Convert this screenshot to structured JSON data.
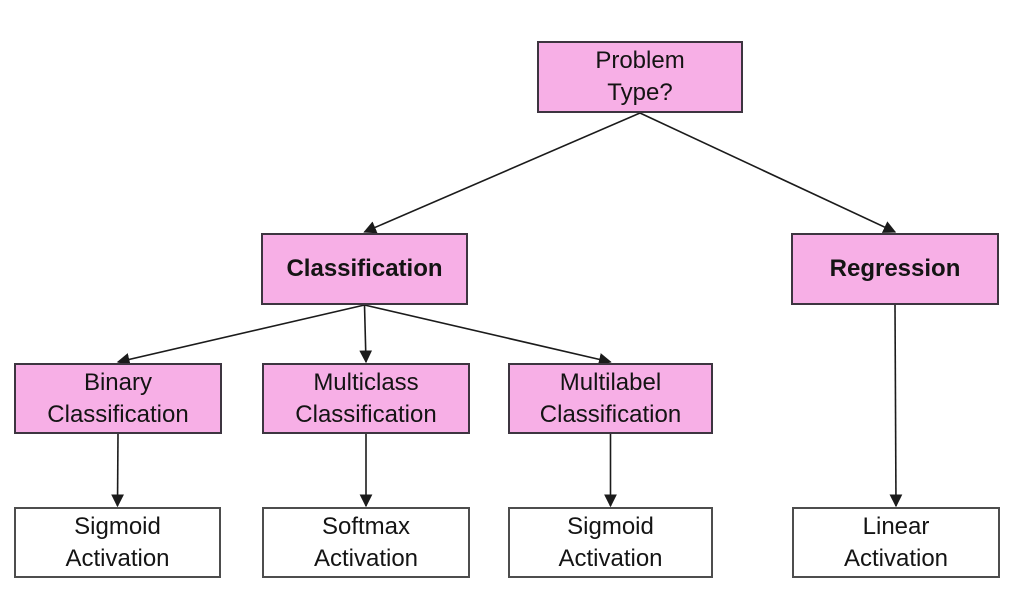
{
  "nodes": {
    "problem": {
      "label": "Problem\nType?"
    },
    "classification": {
      "label": "Classification"
    },
    "regression": {
      "label": "Regression"
    },
    "binary": {
      "label": "Binary\nClassification"
    },
    "multiclass": {
      "label": "Multiclass\nClassification"
    },
    "multilabel": {
      "label": "Multilabel\nClassification"
    },
    "sigmoid_binary": {
      "label": "Sigmoid\nActivation"
    },
    "softmax": {
      "label": "Softmax\nActivation"
    },
    "sigmoid_multilabel": {
      "label": "Sigmoid\nActivation"
    },
    "linear": {
      "label": "Linear\nActivation"
    }
  },
  "edges": [
    {
      "from": "problem",
      "to": "classification"
    },
    {
      "from": "problem",
      "to": "regression"
    },
    {
      "from": "classification",
      "to": "binary"
    },
    {
      "from": "classification",
      "to": "multiclass"
    },
    {
      "from": "classification",
      "to": "multilabel"
    },
    {
      "from": "binary",
      "to": "sigmoid_binary"
    },
    {
      "from": "multiclass",
      "to": "softmax"
    },
    {
      "from": "multilabel",
      "to": "sigmoid_multilabel"
    },
    {
      "from": "regression",
      "to": "linear"
    }
  ],
  "colors": {
    "decision_fill": "#f7afe6",
    "decision_border": "#3d3540",
    "result_fill": "#ffffff",
    "result_border": "#4d4d4d",
    "arrow": "#1b1b1b",
    "text": "#141414",
    "background": "#ffffff"
  }
}
